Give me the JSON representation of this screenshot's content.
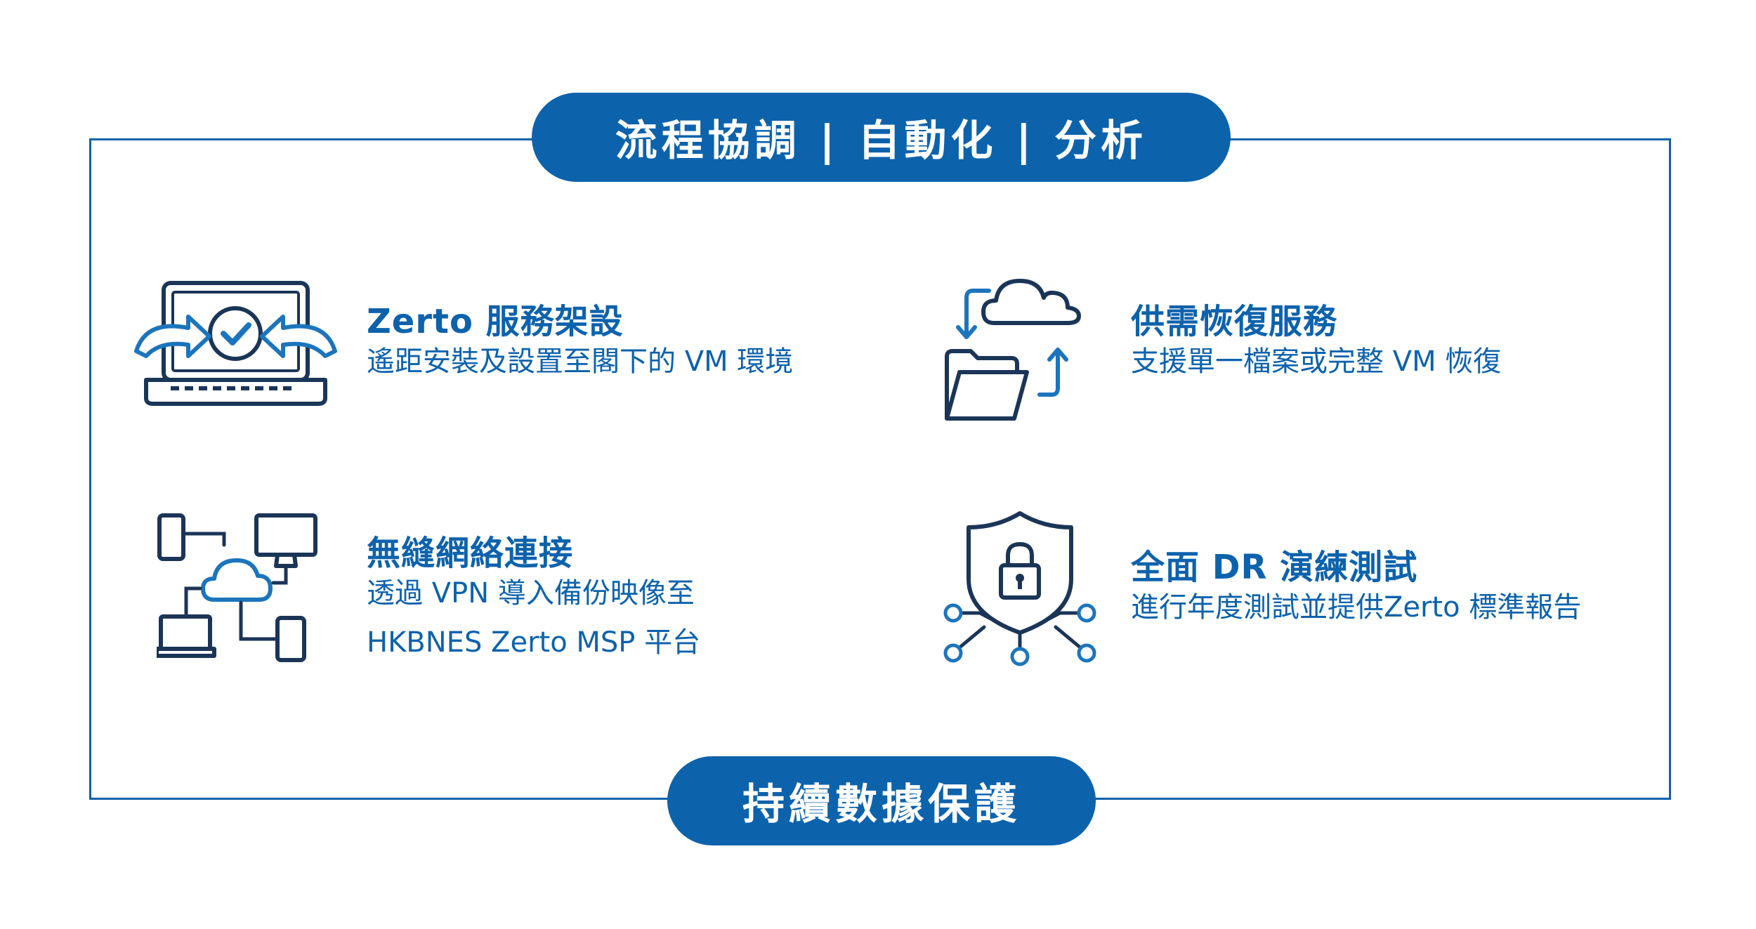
{
  "header": {
    "title": "流程協調 | 自動化 | 分析"
  },
  "footer": {
    "title": "持續數據保護"
  },
  "features": [
    {
      "title": "Zerto 服務架設",
      "desc": [
        "遙距安裝及設置至閣下的 VM 環境"
      ],
      "icon": "laptop-check-icon"
    },
    {
      "title": "供需恢復服務",
      "desc": [
        "支援單一檔案或完整 VM 恢復"
      ],
      "icon": "cloud-folder-sync-icon"
    },
    {
      "title": "無縫網絡連接",
      "desc": [
        "透過 VPN 導入備份映像至",
        "HKBNES Zerto MSP 平台"
      ],
      "icon": "network-devices-cloud-icon"
    },
    {
      "title": "全面 DR 演練測試",
      "desc": [
        "進行年度測試並提供Zerto 標準報告"
      ],
      "icon": "shield-lock-network-icon"
    }
  ],
  "colors": {
    "brand": "#0d62ac",
    "icon_dark": "#1b3557",
    "icon_blue": "#1c75bc"
  }
}
